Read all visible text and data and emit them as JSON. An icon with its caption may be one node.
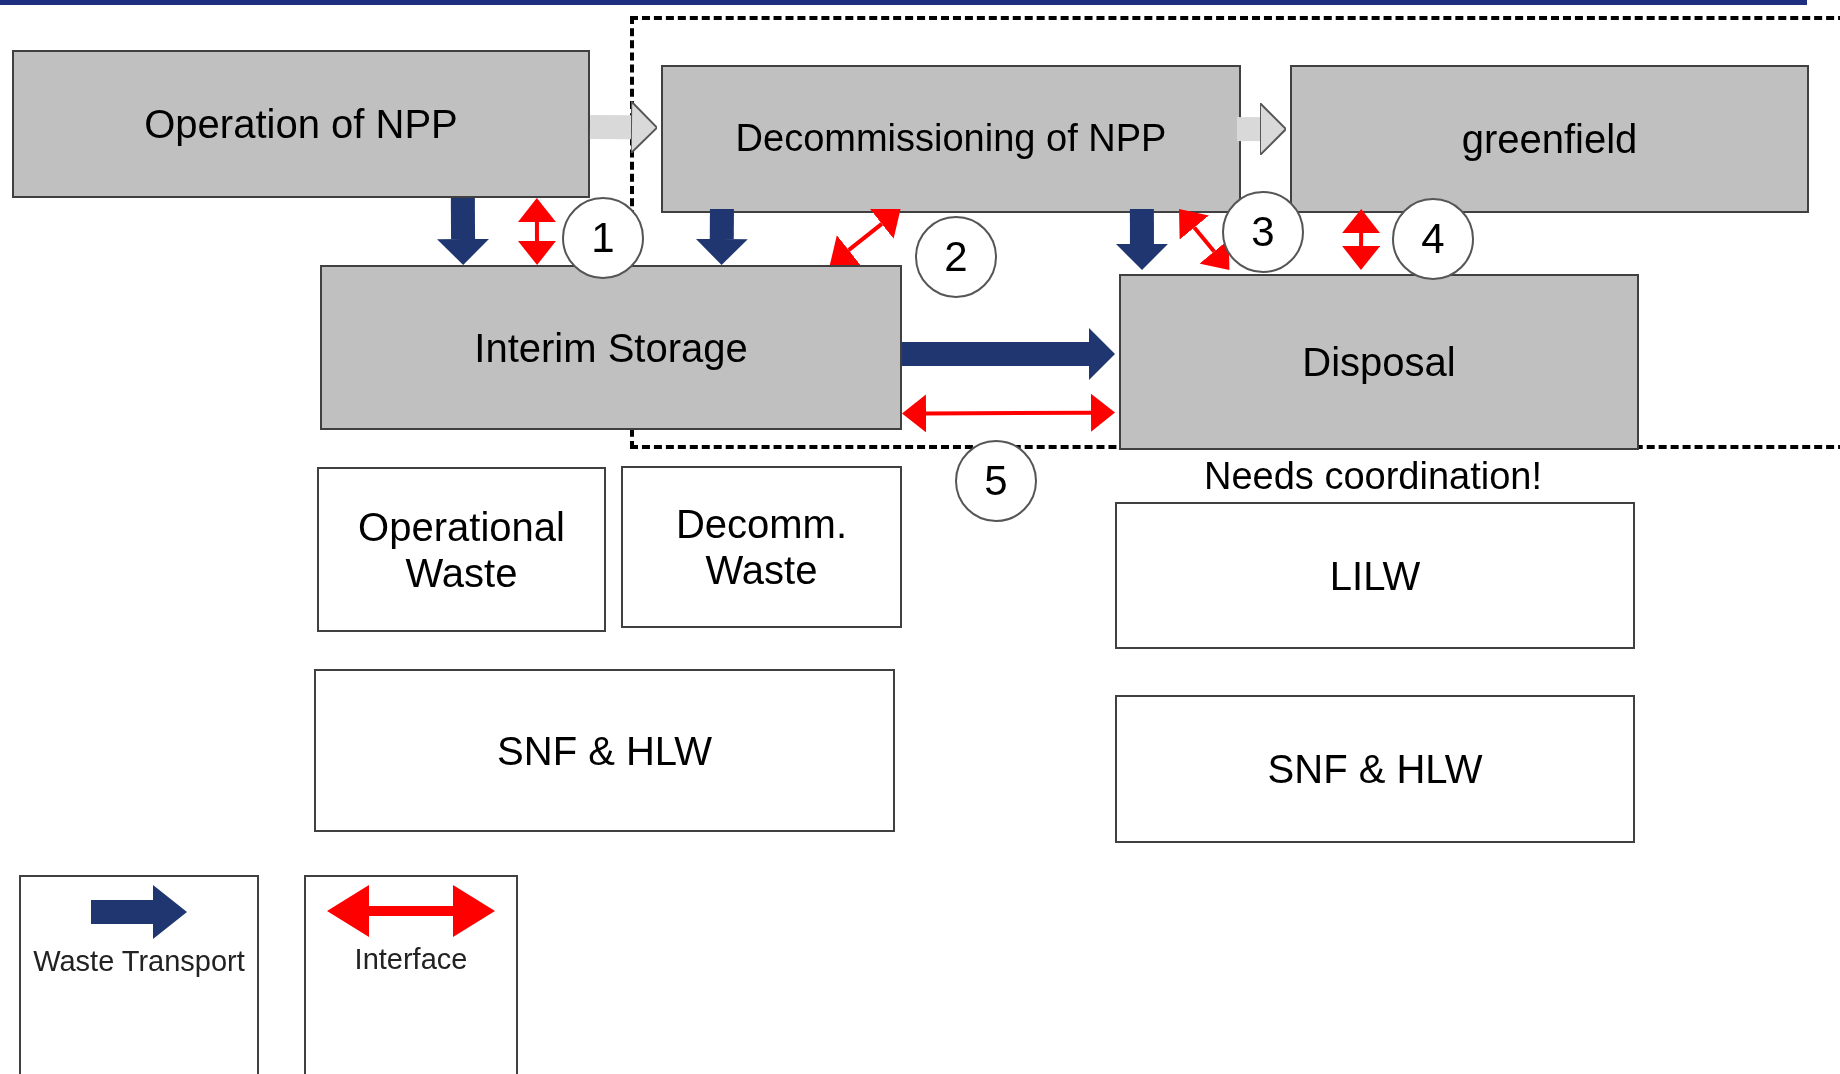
{
  "diagram": {
    "nodes": [
      {
        "text": [
          "Operation of NPP"
        ]
      },
      {
        "text": [],
        "shape": "box",
        "beside": [
          "Needs coordination!"
        ]
      },
      {
        "text": [
          "Decommissioning of NPP"
        ],
        "in": 1
      },
      {
        "text": [
          "greenfield"
        ],
        "in": 1
      },
      {
        "text": [
          "1"
        ]
      },
      {
        "text": [
          "Interim Storage"
        ]
      },
      {
        "text": [
          "2"
        ],
        "in": 1
      },
      {
        "text": [
          "3"
        ],
        "in": 1
      },
      {
        "text": [
          "4"
        ],
        "in": 1
      },
      {
        "text": [
          "Disposal"
        ],
        "in": 1
      },
      {
        "text": [
          "5"
        ]
      },
      {
        "text": [
          "Operational Waste"
        ]
      },
      {
        "text": [
          "Decomm. Waste"
        ]
      },
      {
        "text": [
          "SNF & HLW"
        ]
      },
      {
        "text": [
          "LILW"
        ]
      },
      {
        "text": [
          "SNF & HLW"
        ]
      }
    ],
    "edges": [
      {
        "from": 0,
        "to": 2,
        "arrow": "to",
        "color": "#d9d9d9"
      },
      {
        "from": 2,
        "to": 3,
        "arrow": "to",
        "color": "#d9d9d9"
      },
      {
        "from": 0,
        "to": 5,
        "arrow": "to",
        "color": "#1f3670"
      },
      {
        "from": 2,
        "to": 5,
        "arrow": "to",
        "color": "#1f3670"
      },
      {
        "from": 2,
        "to": 9,
        "arrow": "to",
        "color": "#1f3670"
      },
      {
        "from": 5,
        "to": 9,
        "arrow": "to",
        "color": "#1f3670"
      },
      {
        "from": 0,
        "to": 5,
        "arrow": "both"
      },
      {
        "from": 2,
        "to": 5,
        "arrow": "both"
      },
      {
        "from": 2,
        "to": 9,
        "arrow": "both"
      },
      {
        "from": 3,
        "to": 9,
        "arrow": "both"
      },
      {
        "from": 5,
        "to": 9,
        "arrow": "both"
      }
    ],
    "legend": [
      {
        "text": "Waste Transport"
      },
      {
        "text": "Interface"
      }
    ]
  }
}
